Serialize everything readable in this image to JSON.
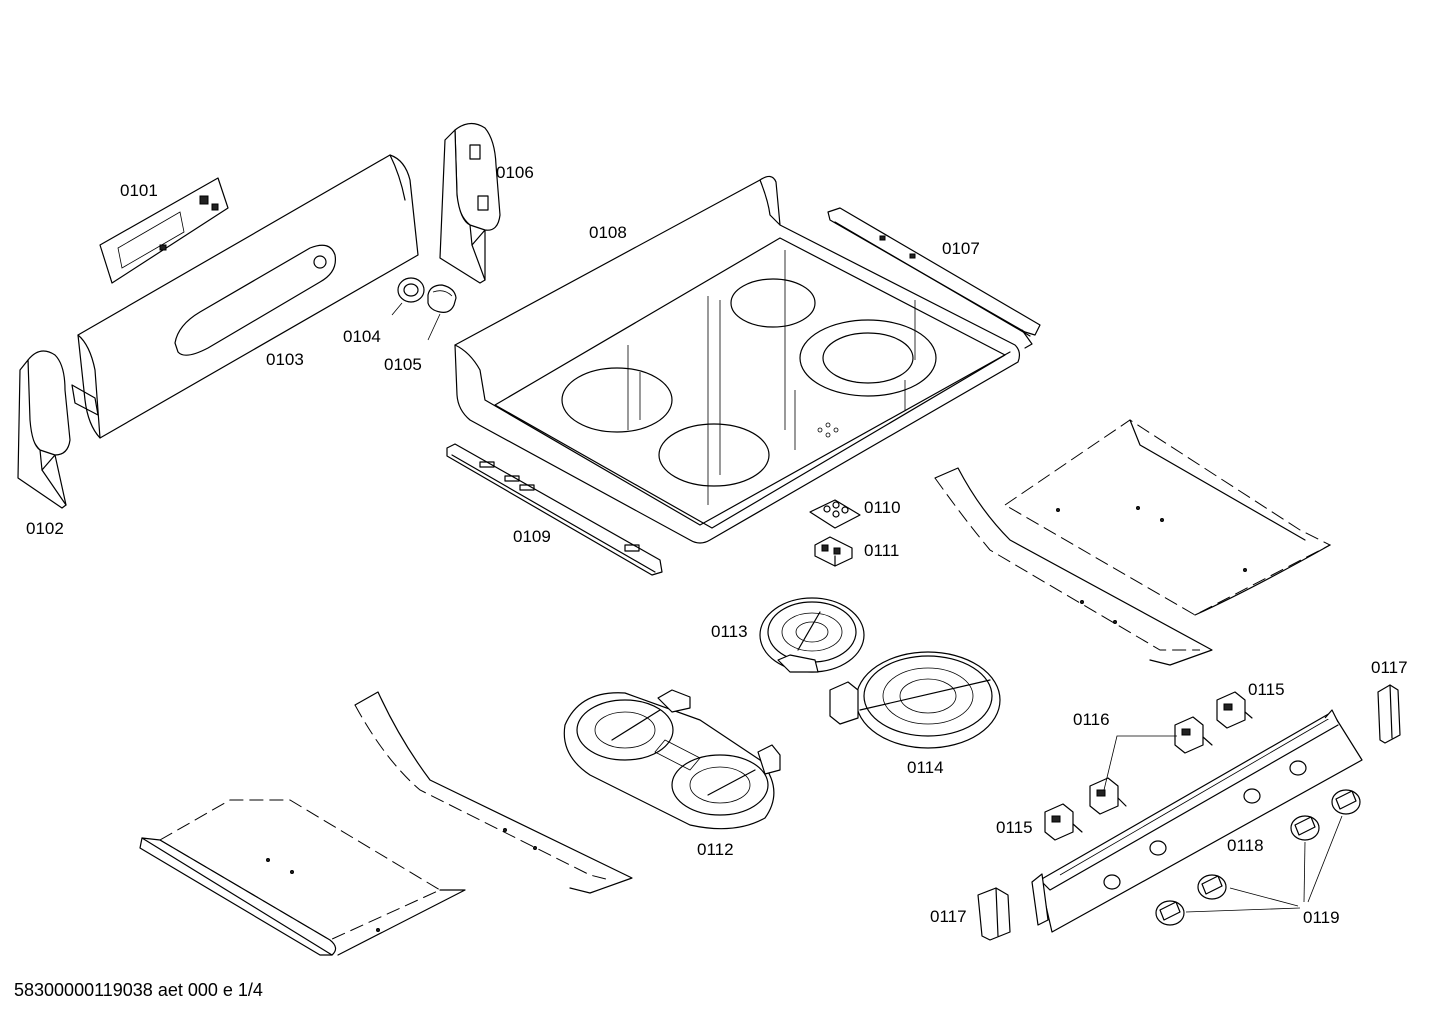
{
  "document_id": "58300000119038 aet 000 e 1/4",
  "parts": {
    "p0101": "0101",
    "p0102": "0102",
    "p0103": "0103",
    "p0104": "0104",
    "p0105": "0105",
    "p0106": "0106",
    "p0107": "0107",
    "p0108": "0108",
    "p0109": "0109",
    "p0110": "0110",
    "p0111": "0111",
    "p0112": "0112",
    "p0113": "0113",
    "p0114": "0114",
    "p0115a": "0115",
    "p0115b": "0115",
    "p0116": "0116",
    "p0117a": "0117",
    "p0117b": "0117",
    "p0118": "0118",
    "p0119": "0119"
  }
}
